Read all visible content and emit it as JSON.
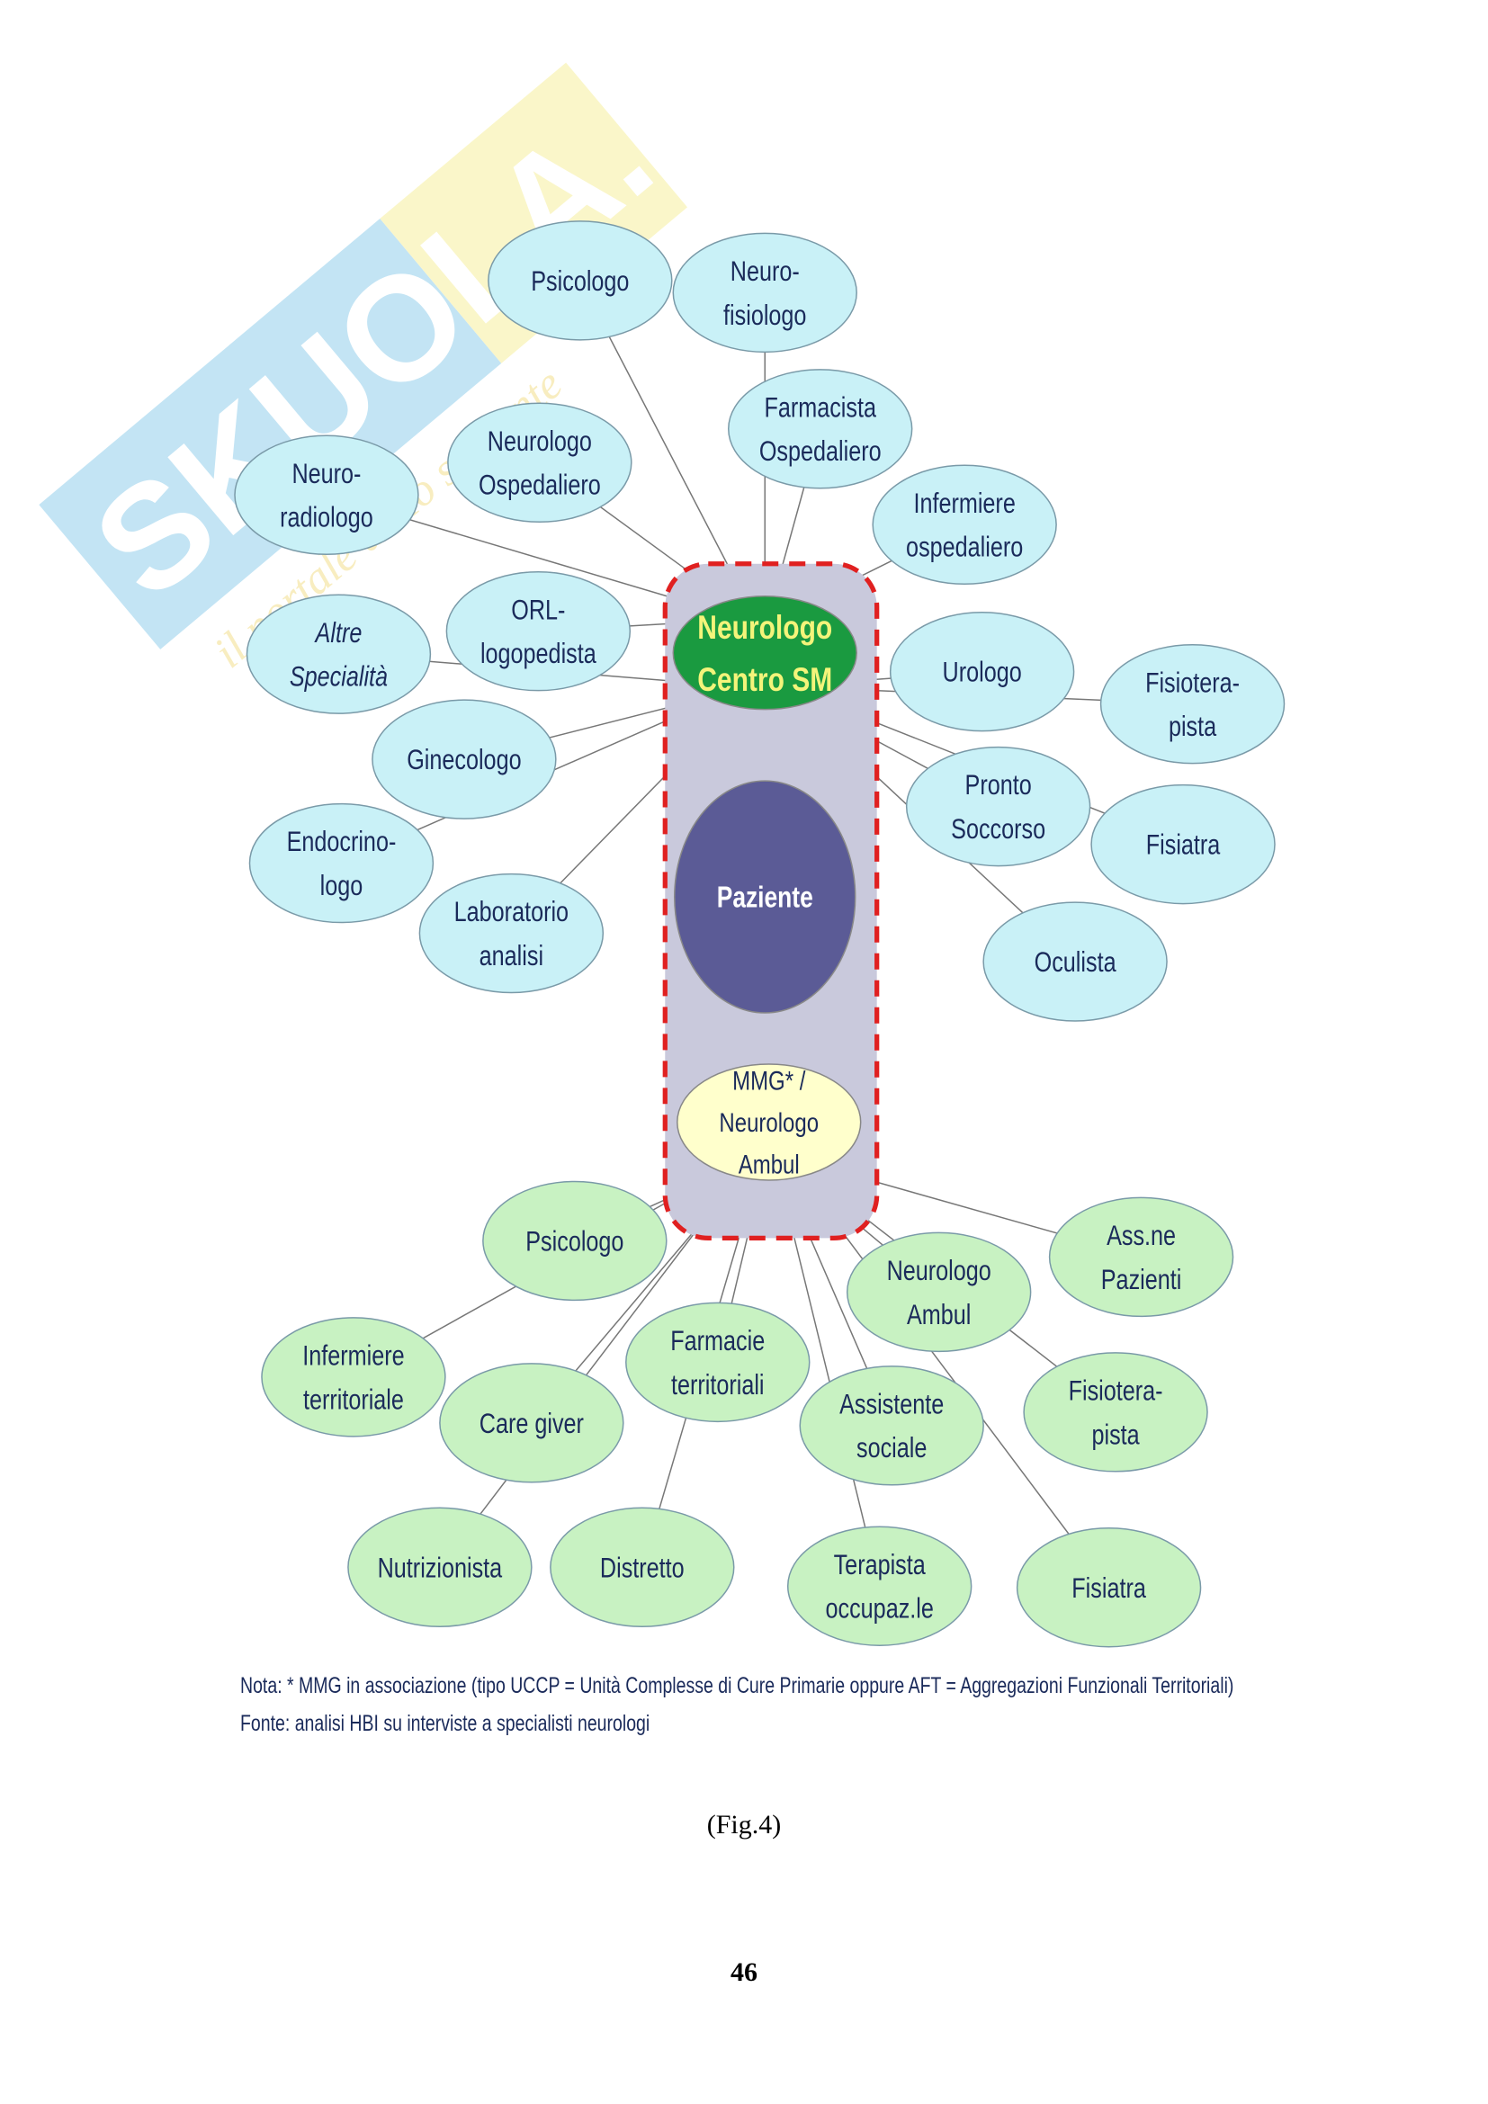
{
  "watermark": {
    "brand": "SKUOLA.net",
    "tagline": "il portale dello studente"
  },
  "hubs": {
    "centro": {
      "lines": [
        "Neurologo",
        "Centro SM"
      ]
    },
    "paziente": {
      "lines": [
        "Paziente"
      ]
    },
    "mmg": {
      "lines": [
        "MMG* /",
        "Neurologo",
        "Ambul"
      ]
    }
  },
  "nodes": [
    {
      "id": "psicologo_top",
      "lines": [
        "Psicologo"
      ]
    },
    {
      "id": "neurofisiologo",
      "lines": [
        "Neuro-",
        "fisiologo"
      ]
    },
    {
      "id": "farmacista",
      "lines": [
        "Farmacista",
        "Ospedaliero"
      ]
    },
    {
      "id": "neurologo_osp",
      "lines": [
        "Neurologo",
        "Ospedaliero"
      ]
    },
    {
      "id": "neuroradiologo",
      "lines": [
        "Neuro-",
        "radiologo"
      ]
    },
    {
      "id": "infermiere_osp",
      "lines": [
        "Infermiere",
        "ospedaliero"
      ]
    },
    {
      "id": "altre",
      "lines": [
        "Altre",
        "Specialità"
      ],
      "italic": true
    },
    {
      "id": "orl",
      "lines": [
        "ORL-",
        "logopedista"
      ]
    },
    {
      "id": "urologo",
      "lines": [
        "Urologo"
      ]
    },
    {
      "id": "fisioterapista_top",
      "lines": [
        "Fisiotera-",
        "pista"
      ]
    },
    {
      "id": "ginecologo",
      "lines": [
        "Ginecologo"
      ]
    },
    {
      "id": "endocrinologo",
      "lines": [
        "Endocrino-",
        "logo"
      ]
    },
    {
      "id": "pronto",
      "lines": [
        "Pronto",
        "Soccorso"
      ]
    },
    {
      "id": "fisiatra_top",
      "lines": [
        "Fisiatra"
      ]
    },
    {
      "id": "laboratorio",
      "lines": [
        "Laboratorio",
        "analisi"
      ]
    },
    {
      "id": "oculista",
      "lines": [
        "Oculista"
      ]
    },
    {
      "id": "psicologo_bot",
      "lines": [
        "Psicologo"
      ]
    },
    {
      "id": "assne",
      "lines": [
        "Ass.ne",
        "Pazienti"
      ]
    },
    {
      "id": "neurologo_amb",
      "lines": [
        "Neurologo",
        "Ambul"
      ]
    },
    {
      "id": "infermiere_terr",
      "lines": [
        "Infermiere",
        "territoriale"
      ]
    },
    {
      "id": "farmacie_terr",
      "lines": [
        "Farmacie",
        "territoriali"
      ]
    },
    {
      "id": "caregiver",
      "lines": [
        "Care giver"
      ]
    },
    {
      "id": "assistente",
      "lines": [
        "Assistente",
        "sociale"
      ]
    },
    {
      "id": "fisioterapista_bot",
      "lines": [
        "Fisiotera-",
        "pista"
      ]
    },
    {
      "id": "nutrizionista",
      "lines": [
        "Nutrizionista"
      ]
    },
    {
      "id": "distretto",
      "lines": [
        "Distretto"
      ]
    },
    {
      "id": "terapista",
      "lines": [
        "Terapista",
        "occupaz.le"
      ]
    },
    {
      "id": "fisiatra_bot",
      "lines": [
        "Fisiatra"
      ]
    }
  ],
  "colors": {
    "top_node": "#c9f1f7",
    "bottom_node": "#c8f2c2",
    "centro": "#1a9a40",
    "centro_text": "#f4f47a",
    "paziente": "#5b5b96",
    "mmg": "#ffffcc",
    "frame": "#e02020",
    "frame_fill": "#c9c9dc",
    "text": "#1a2a5a"
  },
  "note": "Nota: * MMG in associazione (tipo UCCP = Unità Complesse di Cure Primarie oppure AFT = Aggregazioni Funzionali Territoriali)",
  "source": "Fonte: analisi HBI su interviste a specialisti neurologi",
  "caption": "(Fig.4)",
  "page_number": "46"
}
